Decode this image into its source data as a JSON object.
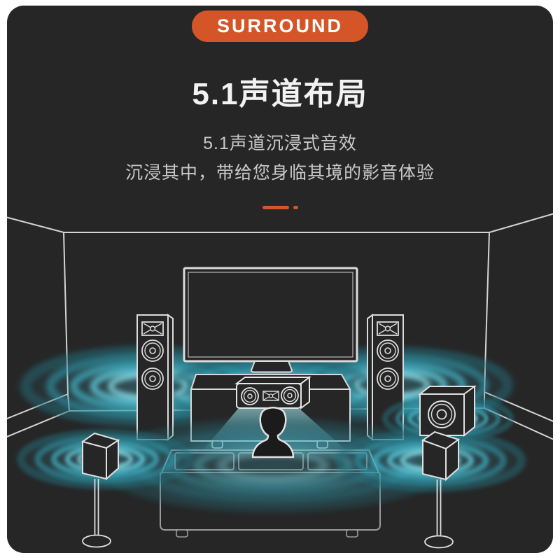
{
  "page": {
    "background": "#FFFFFF",
    "card_background": "#262626"
  },
  "badge": {
    "label": "SURROUND",
    "background": "#D45527",
    "text_color": "#FFFFFF"
  },
  "heading": {
    "title": "5.1声道布局"
  },
  "subtitle": {
    "line1": "5.1声道沉浸式音效",
    "line2": "沉浸其中，带给您身临其境的影音体验"
  },
  "divider": {
    "color": "#D45527"
  },
  "illustration": {
    "description": "wireframe living room showing 5.1 surround speaker layout",
    "line_color": "#D8D8D8",
    "wave_color": "#3FB4C7",
    "components": [
      "tv",
      "left-floor-speaker",
      "right-floor-speaker",
      "center-speaker",
      "media-console",
      "left-surround-speaker",
      "right-surround-speaker",
      "subwoofer",
      "couch",
      "listener",
      "sound-waves",
      "sound-beam"
    ]
  }
}
